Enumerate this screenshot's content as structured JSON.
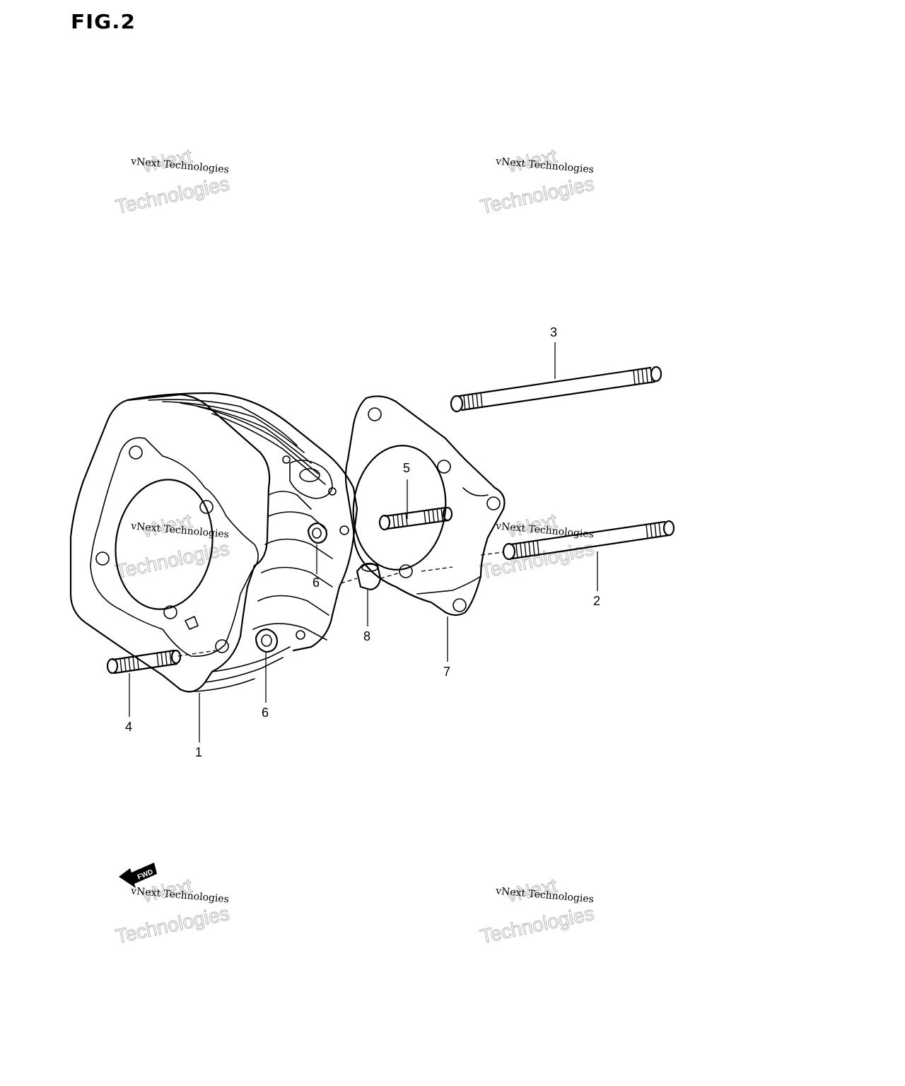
{
  "figure": {
    "title": "FIG.2"
  },
  "callouts": [
    {
      "id": "c1",
      "label": "1"
    },
    {
      "id": "c2",
      "label": "2"
    },
    {
      "id": "c3",
      "label": "3"
    },
    {
      "id": "c4",
      "label": "4"
    },
    {
      "id": "c5",
      "label": "5"
    },
    {
      "id": "c6a",
      "label": "6"
    },
    {
      "id": "c6b",
      "label": "6"
    },
    {
      "id": "c7",
      "label": "7"
    },
    {
      "id": "c8",
      "label": "8"
    }
  ],
  "watermark": {
    "line_small": "vNext Technologies",
    "line_big_1": "vNext",
    "line_big_2": "Technologies"
  },
  "fwd_arrow": {
    "label": "FWD"
  }
}
